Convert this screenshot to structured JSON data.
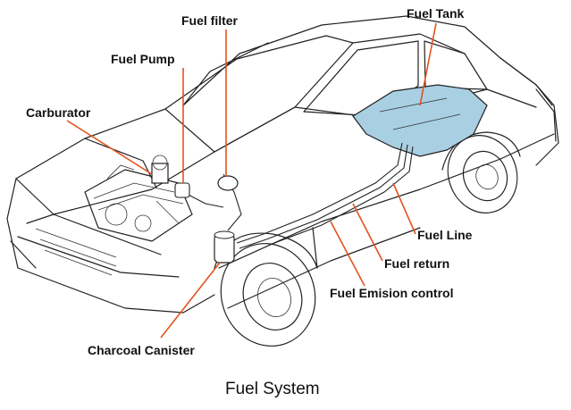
{
  "labels": {
    "fuel_filter": "Fuel filter",
    "fuel_tank": "Fuel Tank",
    "fuel_pump": "Fuel Pump",
    "carburator": "Carburator",
    "fuel_line": "Fuel Line",
    "fuel_return": "Fuel return",
    "fuel_emision_control": "Fuel Emision control",
    "charcoal_canister": "Charcoal Canister"
  },
  "caption": "Fuel System",
  "colors": {
    "leader": "#e2531e",
    "tank_fill": "#a9cfe3",
    "outline": "#222222"
  }
}
